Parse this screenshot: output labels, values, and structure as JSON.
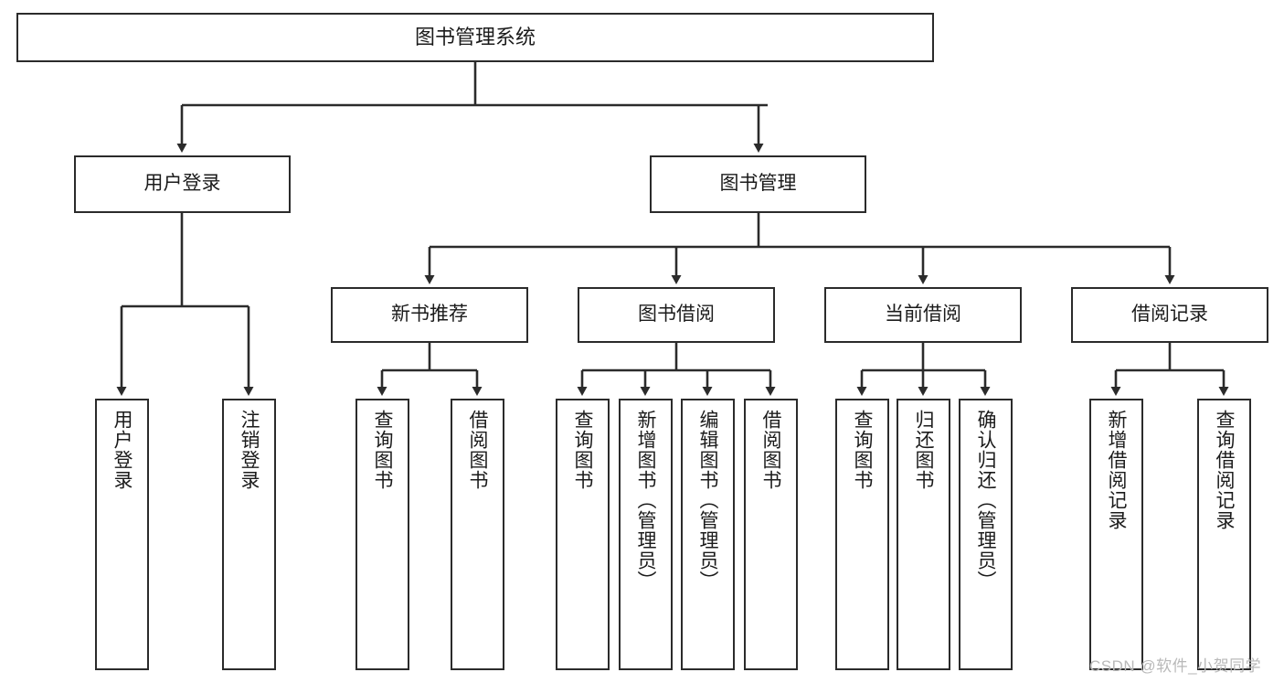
{
  "diagram": {
    "title": "图书管理系统",
    "type": "hierarchy-tree",
    "colors": {
      "box_border": "#2b2b2b",
      "box_fill": "#ffffff",
      "edge": "#2b2b2b",
      "text": "#1b1b1b",
      "watermark": "#b9b9b9"
    },
    "root": {
      "label": "图书管理系统"
    },
    "level2": [
      {
        "label": "用户登录"
      },
      {
        "label": "图书管理"
      }
    ],
    "level3": [
      {
        "label": "新书推荐"
      },
      {
        "label": "图书借阅"
      },
      {
        "label": "当前借阅"
      },
      {
        "label": "借阅记录"
      }
    ],
    "leaves": {
      "user_login": [
        {
          "label": "用户登录"
        },
        {
          "label": "注销登录"
        }
      ],
      "new_book_recommend": [
        {
          "label": "查询图书"
        },
        {
          "label": "借阅图书"
        }
      ],
      "book_borrow": [
        {
          "label": "查询图书"
        },
        {
          "label": "新增图书（管理员）"
        },
        {
          "label": "编辑图书（管理员）"
        },
        {
          "label": "借阅图书"
        }
      ],
      "current_borrow": [
        {
          "label": "查询图书"
        },
        {
          "label": "归还图书"
        },
        {
          "label": "确认归还（管理员）"
        }
      ],
      "borrow_record": [
        {
          "label": "新增借阅记录"
        },
        {
          "label": "查询借阅记录"
        }
      ]
    }
  },
  "watermark": {
    "text": "CSDN @软件_小贺同学"
  }
}
